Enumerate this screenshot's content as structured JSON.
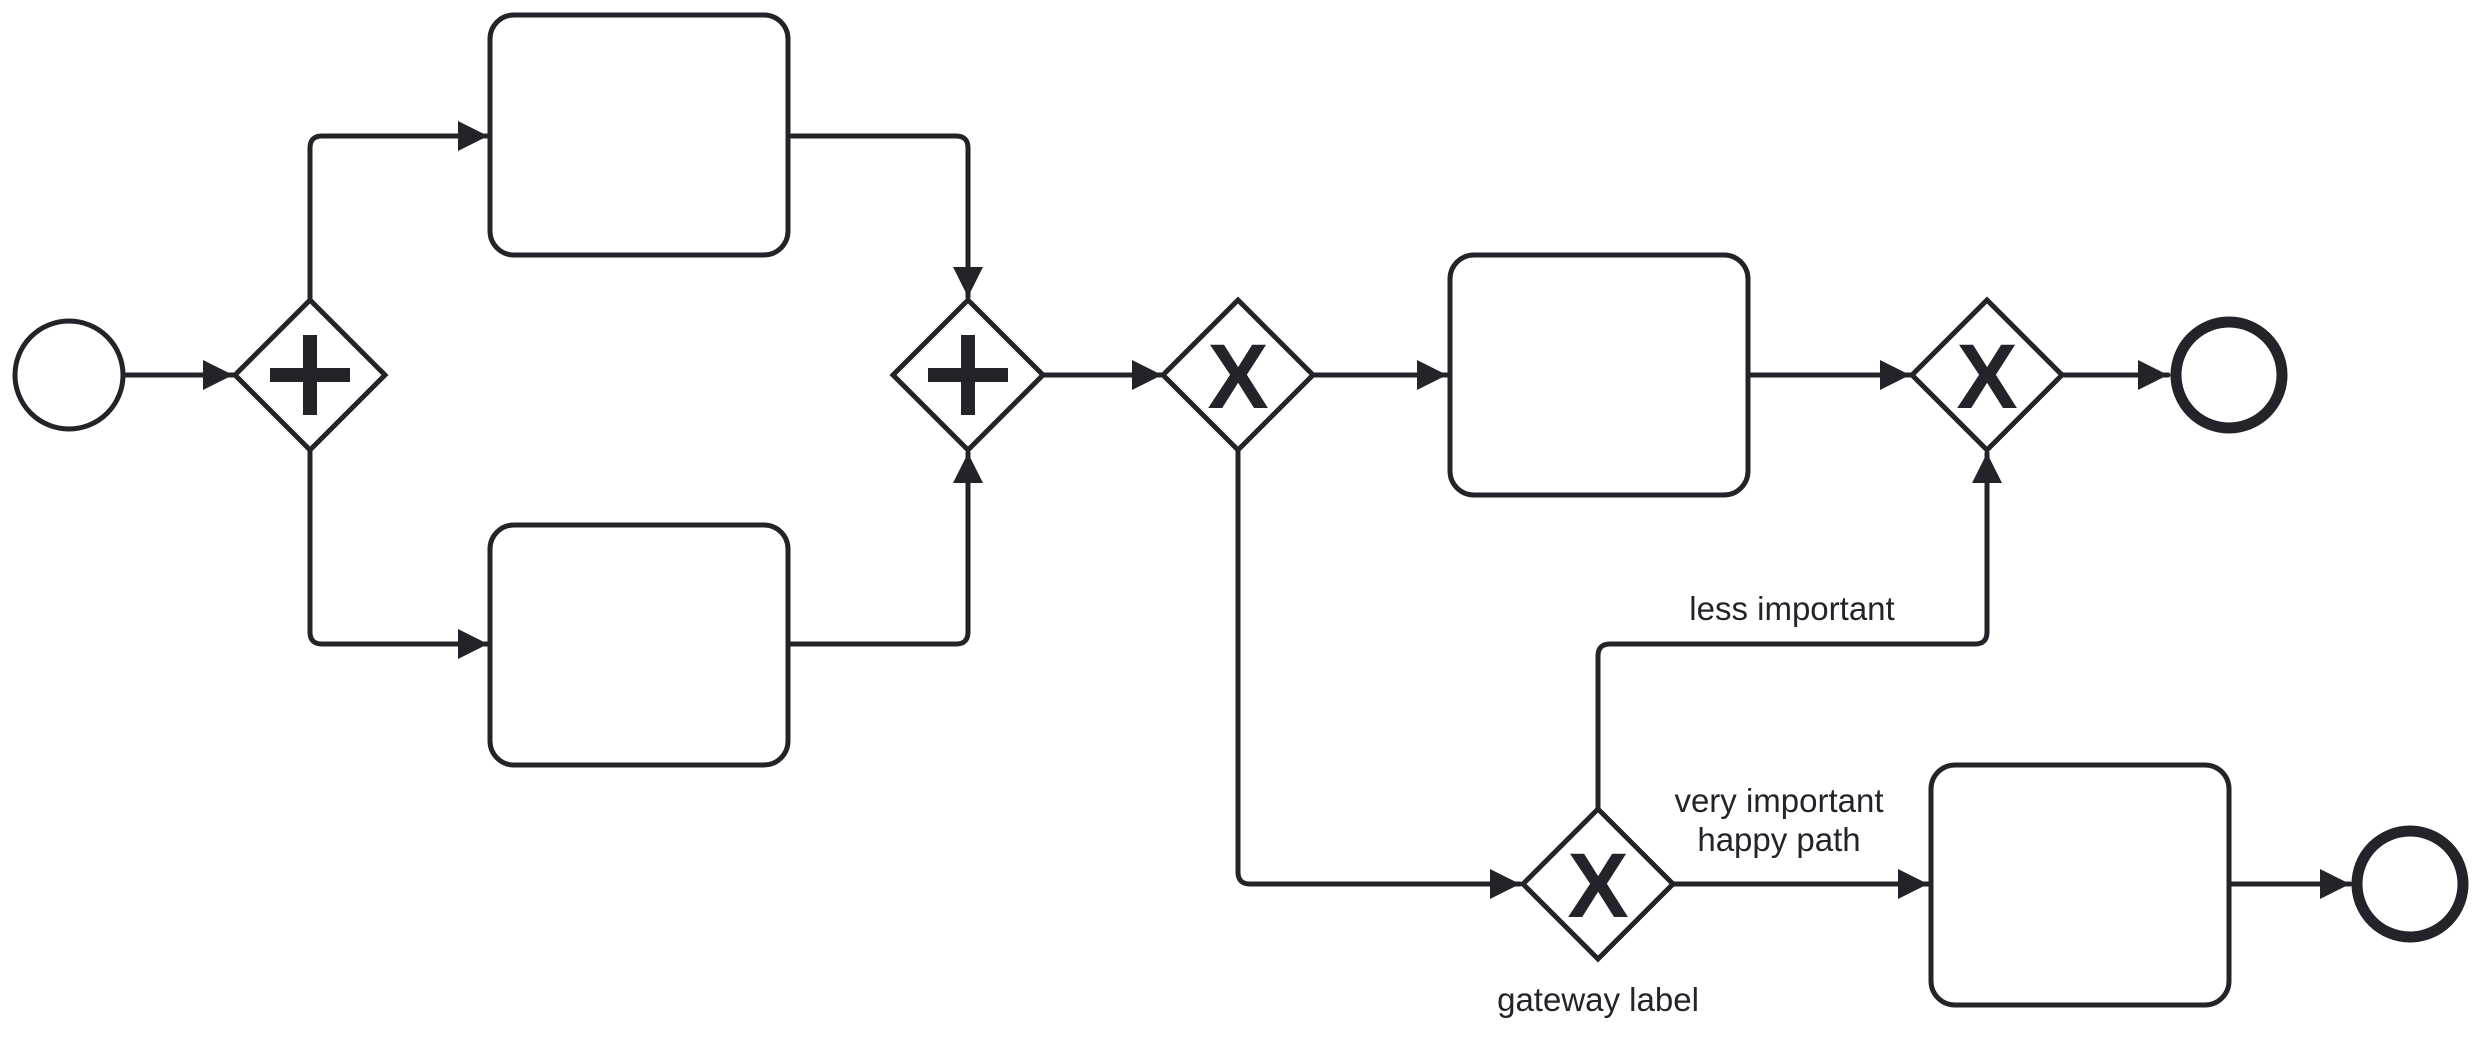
{
  "diagram": {
    "type": "bpmn-process",
    "colors": {
      "stroke": "#22242a",
      "fill": "#ffffff",
      "text": "#22242a"
    },
    "events": [
      {
        "id": "start_event",
        "kind": "start"
      },
      {
        "id": "end_event_1",
        "kind": "end"
      },
      {
        "id": "end_event_2",
        "kind": "end"
      }
    ],
    "tasks": [
      {
        "id": "task_top",
        "label": ""
      },
      {
        "id": "task_bottom",
        "label": ""
      },
      {
        "id": "task_middle",
        "label": ""
      },
      {
        "id": "task_lower",
        "label": ""
      }
    ],
    "gateways": [
      {
        "id": "parallel_split",
        "kind": "parallel",
        "marker": "+"
      },
      {
        "id": "parallel_join",
        "kind": "parallel",
        "marker": "+"
      },
      {
        "id": "exclusive_split",
        "kind": "exclusive",
        "marker": "X"
      },
      {
        "id": "exclusive_join",
        "kind": "exclusive",
        "marker": "X"
      },
      {
        "id": "exclusive_decision",
        "kind": "exclusive",
        "marker": "X",
        "label": "gateway label"
      }
    ],
    "flow_labels": {
      "less_important": "less important",
      "very_important_line1": "very important",
      "very_important_line2": "happy path"
    }
  }
}
